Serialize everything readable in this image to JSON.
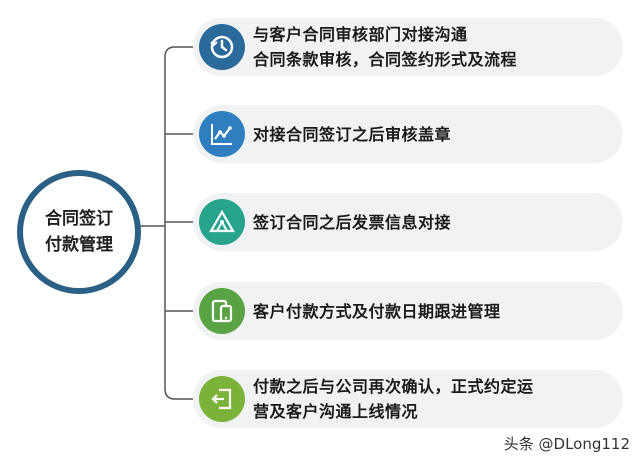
{
  "center": {
    "line1": "合同签订",
    "line2": "付款管理"
  },
  "items": [
    {
      "line1": "与客户合同审核部门对接沟通",
      "line2": "合同条款审核，合同签约形式及流程",
      "icon": "clock-rotate-icon",
      "color": "#2a6a9b"
    },
    {
      "line1": "对接合同签订之后审核盖章",
      "line2": "",
      "icon": "line-chart-icon",
      "color": "#2f7fc0"
    },
    {
      "line1": "签订合同之后发票信息对接",
      "line2": "",
      "icon": "triangle-network-icon",
      "color": "#27a38e"
    },
    {
      "line1": "客户付款方式及付款日期跟进管理",
      "line2": "",
      "icon": "devices-icon",
      "color": "#5aa345"
    },
    {
      "line1": "付款之后与公司再次确认，正式约定运",
      "line2": "营及客户沟通上线情况",
      "icon": "exit-arrow-icon",
      "color": "#7bb33a"
    }
  ],
  "watermark": "头条 @DLong112",
  "colors": {
    "ring": "#2a5f86",
    "connector": "#555555",
    "card": "#f1f2f4"
  }
}
